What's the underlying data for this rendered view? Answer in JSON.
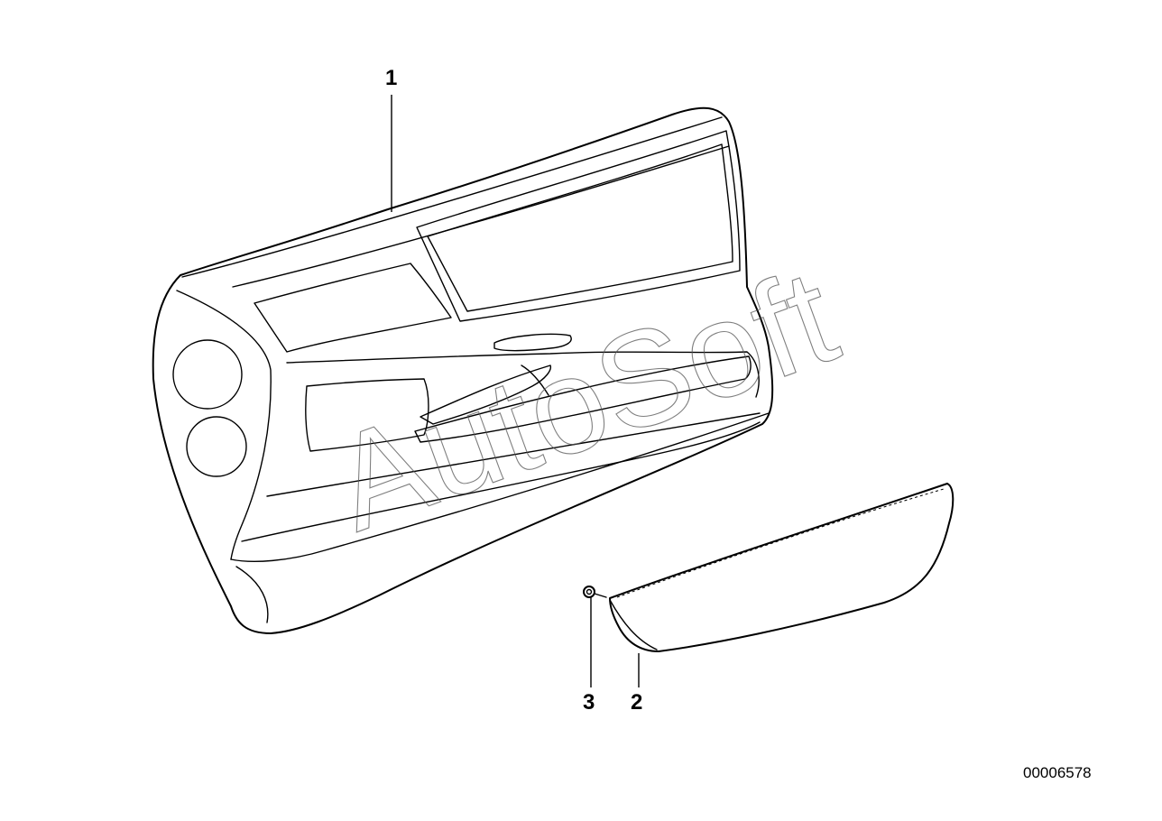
{
  "diagram": {
    "callouts": {
      "part_1": "1",
      "part_2": "2",
      "part_3": "3"
    },
    "reference_number": "00006578",
    "watermark": "AutoSoft"
  },
  "colors": {
    "line": "#000000",
    "background": "#ffffff",
    "watermark_outline": "#555555"
  }
}
